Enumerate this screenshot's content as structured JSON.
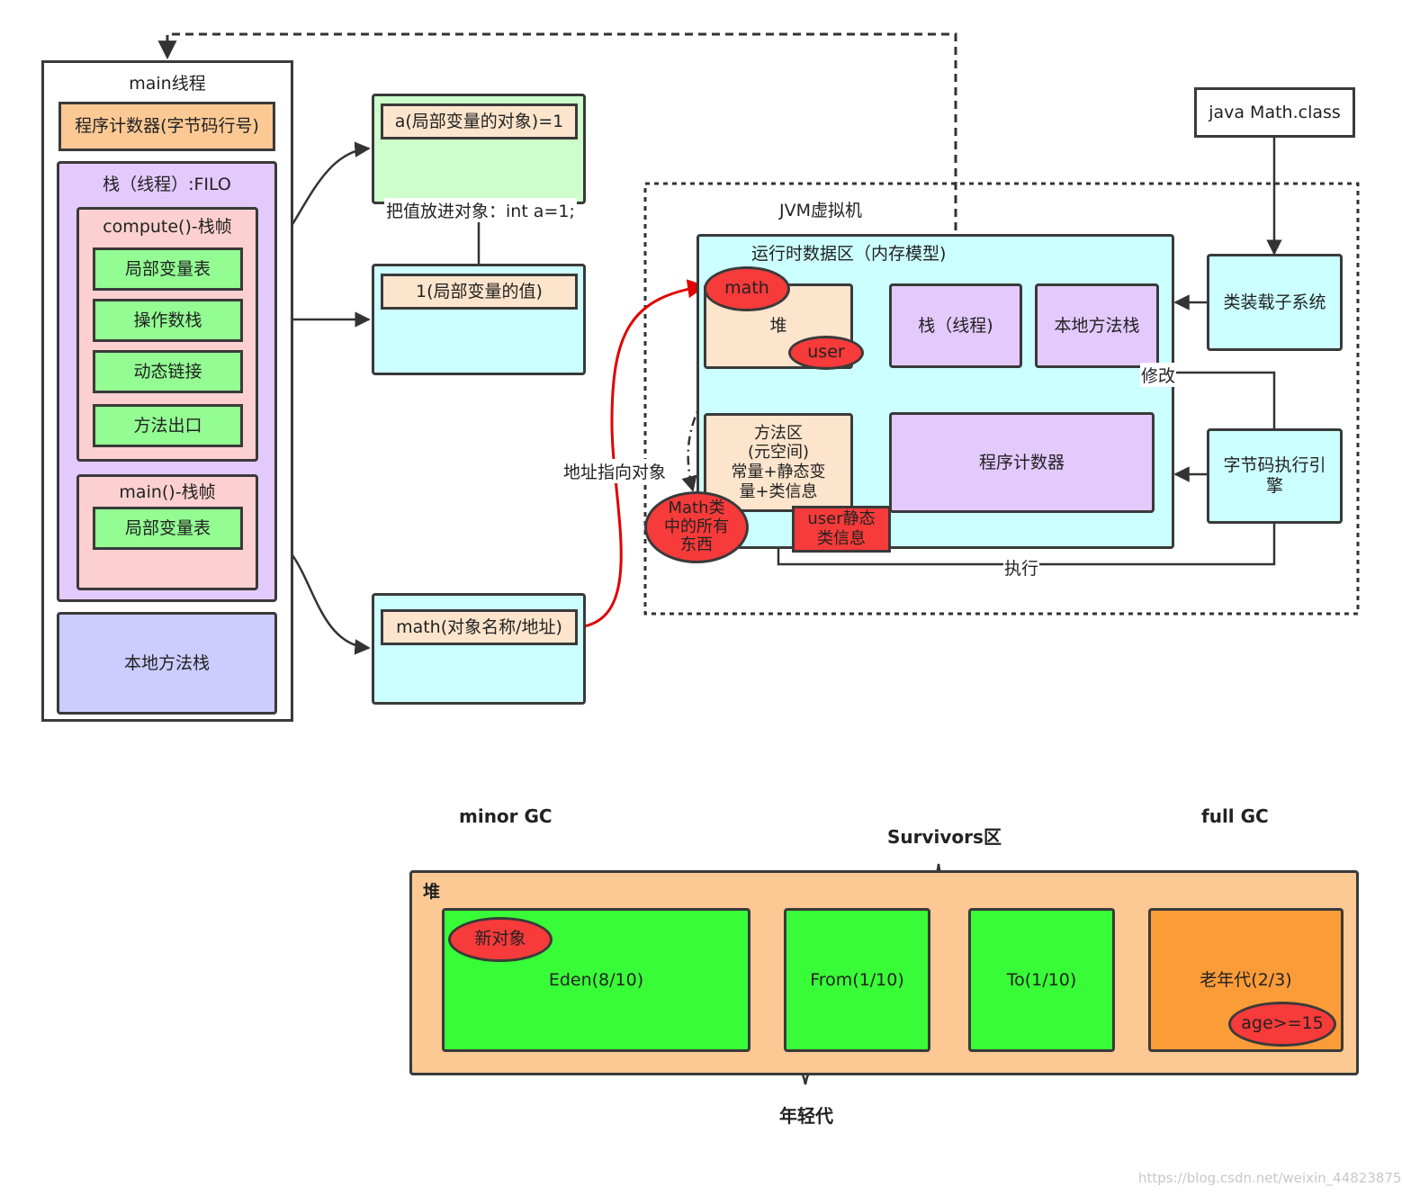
{
  "main_thread": {
    "title": "main线程",
    "program_counter": "程序计数器(字节码行号)",
    "stack_title": "栈（线程）:FILO",
    "compute_frame": {
      "title": "compute()-栈帧",
      "items": [
        "局部变量表",
        "操作数栈",
        "动态链接",
        "方法出口"
      ]
    },
    "main_frame": {
      "title": "main()-栈帧",
      "items": [
        "局部变量表"
      ]
    },
    "native_stack": "本地方法栈"
  },
  "middle": {
    "obj_a": "a(局部变量的对象)=1",
    "assign_label": "把值放进对象：int a=1;",
    "value_1": "1(局部变量的值)",
    "math_ref": "math(对象名称/地址)",
    "address_label": "地址指向对象"
  },
  "jvm": {
    "title": "JVM虚拟机",
    "runtime_area": "运行时数据区（内存模型)",
    "heap": "堆",
    "math_ellipse": "math",
    "user_ellipse": "user",
    "method_area": [
      "方法区",
      "(元空间)",
      "常量+静态变",
      "量+类信息"
    ],
    "math_class_ellipse": [
      "Math类",
      "中的所有",
      "东西"
    ],
    "user_static": [
      "user静态",
      "类信息"
    ],
    "stack_thread": "栈（线程)",
    "native_stack": "本地方法栈",
    "program_counter": "程序计数器",
    "class_loader": "类装载子系统",
    "exec_engine": [
      "字节码执行引",
      "擎"
    ],
    "modify_label": "修改",
    "execute_label": "执行",
    "class_file": "java Math.class"
  },
  "gc": {
    "minor_gc": "minor GC",
    "full_gc": "full GC",
    "survivors": "Survivors区",
    "heap_label": "堆",
    "eden": "Eden(8/10)",
    "new_object": "新对象",
    "from": "From(1/10)",
    "to": "To(1/10)",
    "old_gen": "老年代(2/3)",
    "age": "age>=15",
    "young_gen": "年轻代"
  },
  "watermark": "https://blog.csdn.net/weixin_44823875"
}
